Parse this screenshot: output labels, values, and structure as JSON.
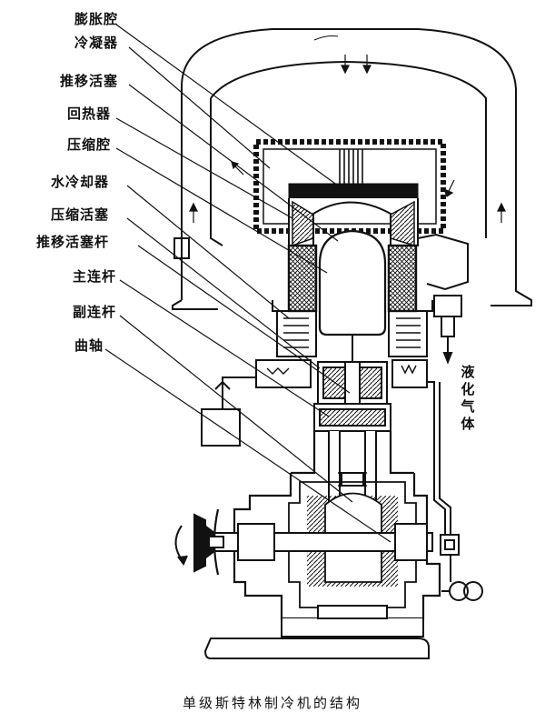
{
  "labels": [
    "膨胀腔",
    "冷凝器",
    "推移活塞",
    "回热器",
    "压缩腔",
    "水冷却器",
    "压缩活塞",
    "推移活塞杆",
    "主连杆",
    "副连杆",
    "曲轴"
  ],
  "side_label": "液化气体",
  "caption": "单级斯特林制冷机的结构",
  "colors": {
    "ink": "#111111",
    "paper": "#ffffff",
    "gray": "#9a9a9a"
  }
}
